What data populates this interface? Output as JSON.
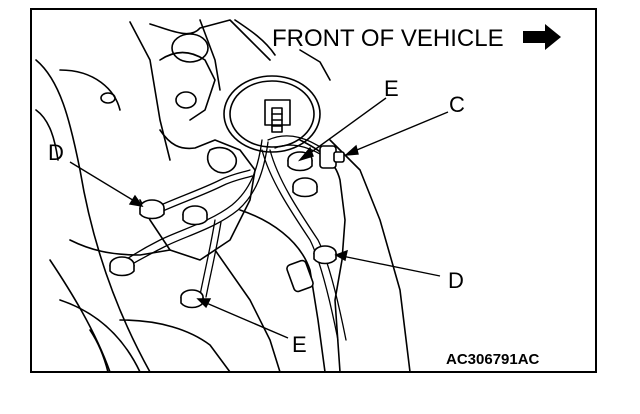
{
  "diagram": {
    "header_text": "FRONT OF VEHICLE",
    "header_arrow_icon": "right-arrow-icon",
    "figure_code": "AC306791AC",
    "callouts": [
      {
        "id": "callout-e-top",
        "label": "E"
      },
      {
        "id": "callout-c",
        "label": "C"
      },
      {
        "id": "callout-d-left",
        "label": "D"
      },
      {
        "id": "callout-d-right",
        "label": "D"
      },
      {
        "id": "callout-e-bottom",
        "label": "E"
      }
    ]
  },
  "colors": {
    "line": "#000000",
    "background": "#ffffff"
  }
}
